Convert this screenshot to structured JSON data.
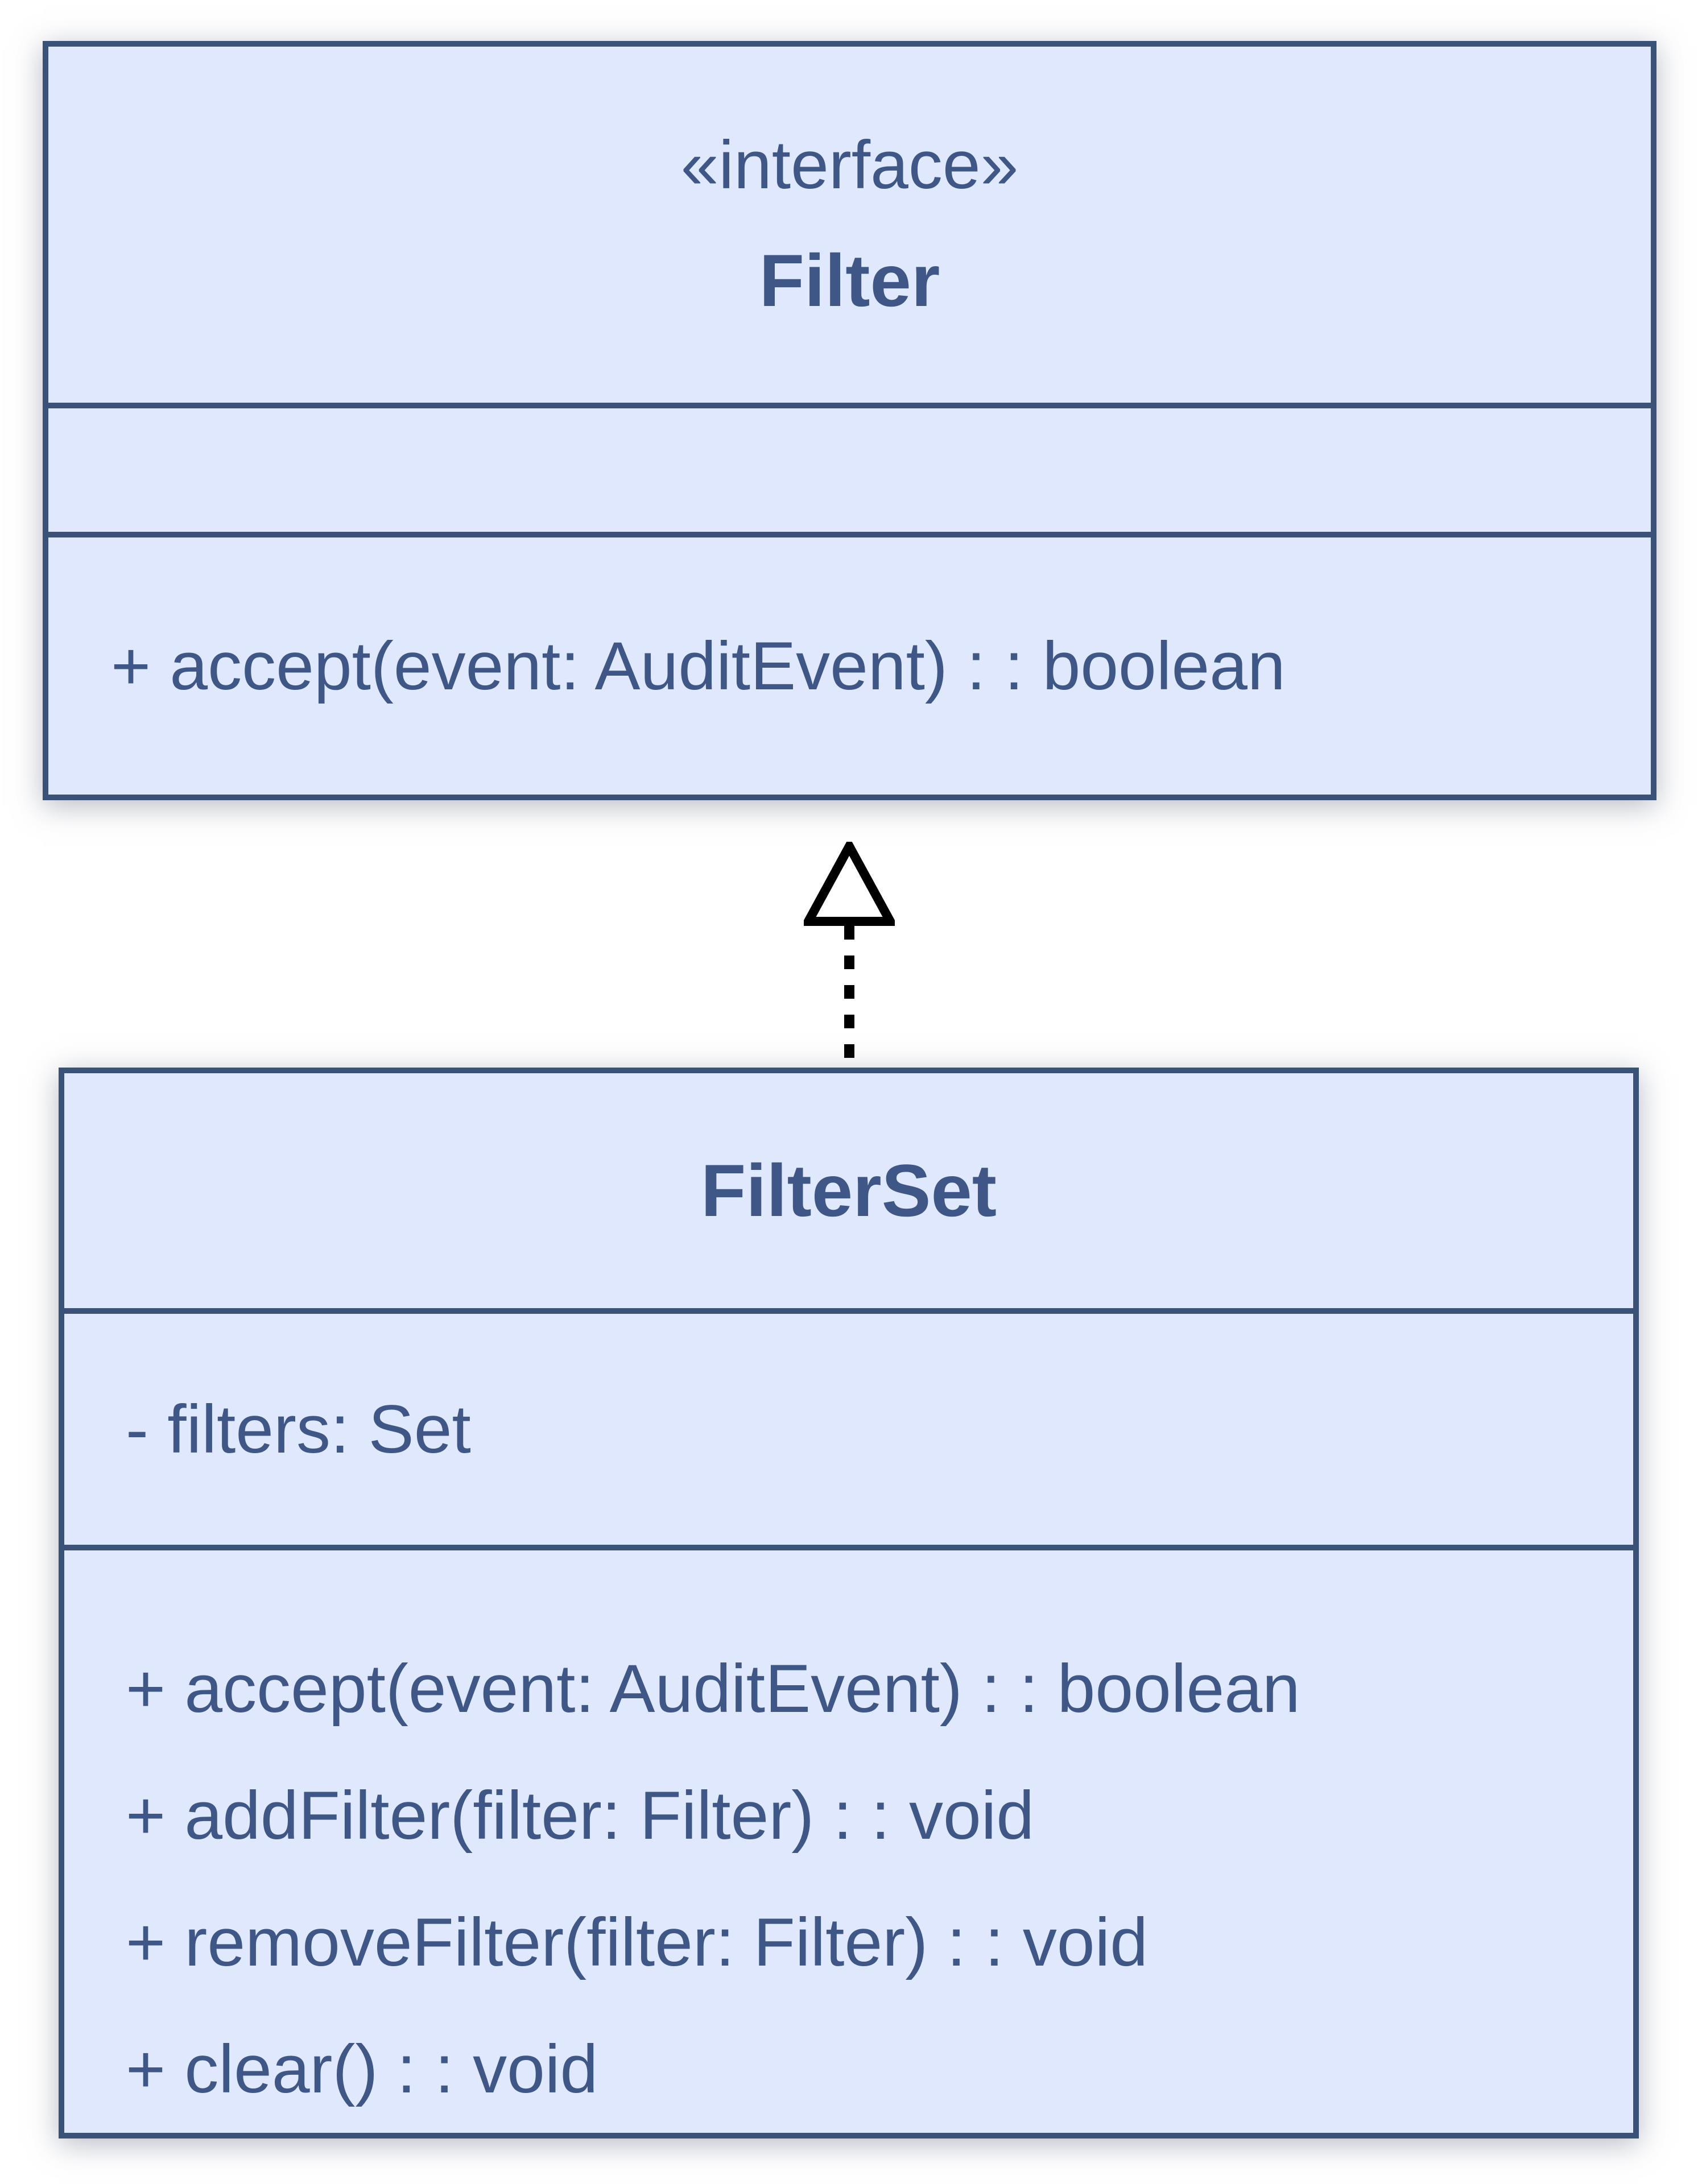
{
  "diagram": {
    "type": "uml-class-diagram",
    "classes": [
      {
        "id": "filter",
        "stereotype": "«interface»",
        "name": "Filter",
        "attributes": [],
        "methods": [
          "+ accept(event: AuditEvent) : : boolean"
        ]
      },
      {
        "id": "filterset",
        "stereotype": "",
        "name": "FilterSet",
        "attributes": [
          "- filters: Set"
        ],
        "methods": [
          "+ accept(event: AuditEvent) : : boolean",
          "+ addFilter(filter: Filter) : : void",
          "+ removeFilter(filter: Filter) : : void",
          "+ clear() : : void"
        ]
      }
    ],
    "relationship": {
      "type": "realization",
      "from": "FilterSet",
      "to": "Filter",
      "line_style": "dashed",
      "arrowhead": "hollow-triangle"
    },
    "colors": {
      "background": "#ffffff",
      "box_fill": "#dfe8fc",
      "box_border": "#3a5278",
      "text": "#3e5786",
      "arrow": "#000000"
    }
  }
}
